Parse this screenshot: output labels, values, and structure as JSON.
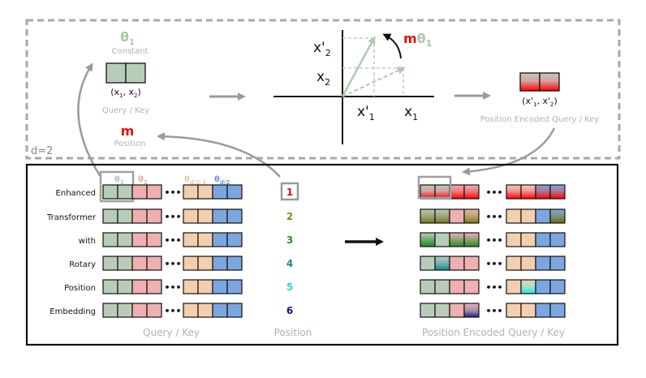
{
  "top_panel": {
    "theta1": "θ",
    "theta1_sub": "1",
    "constant_label": "Constant",
    "pair_label": "(x",
    "pair_x1_sub": "1",
    "pair_mid": ", x",
    "pair_x2_sub": "2",
    "pair_end": ")",
    "query_key_label": "Query / Key",
    "m_label": "m",
    "position_label": "Position",
    "d_label": "d=2",
    "plot": {
      "x2p": "x'",
      "x2p_sub": "2",
      "x2": "x",
      "x2_sub": "2",
      "x1p": "x'",
      "x1p_sub": "1",
      "x1": "x",
      "x1_sub": "1",
      "m_theta": "mθ",
      "m_theta_sub": "1"
    },
    "encoded_pair": "(x'",
    "encoded_sub1": "1",
    "encoded_mid": ", x'",
    "encoded_sub2": "2",
    "encoded_end": ")",
    "encoded_label": "Position Encoded Query / Key"
  },
  "bottom_panel": {
    "header_theta1": "θ",
    "header_theta1_sub": "1",
    "header_theta2": "θ",
    "header_theta2_sub": "2",
    "header_theta_d2m1": "θ",
    "header_theta_d2m1_sub": "d/2-1",
    "header_theta_d2": "θ",
    "header_theta_d2_sub": "d/2",
    "dots": "•••",
    "words": [
      "Enhanced",
      "Transformer",
      "with",
      "Rotary",
      "Position",
      "Embedding"
    ],
    "positions": [
      "1",
      "2",
      "3",
      "4",
      "5",
      "6"
    ],
    "position_colors": [
      "#e01010",
      "#8a8a10",
      "#2a8a2a",
      "#1a8a8a",
      "#20d8e8",
      "#14147a"
    ],
    "footer_query_key": "Query / Key",
    "footer_position": "Position",
    "footer_encoded": "Position Encoded Query / Key"
  },
  "colors": {
    "green_cell": "#b8cdb8",
    "pink_cell": "#eeb0b0",
    "peach_cell": "#f3cfae",
    "blue_cell": "#7ba7e0",
    "gray_text": "#a8b4bd",
    "theta_green": "#a6c9a6",
    "theta_pink": "#e8a8a8",
    "theta_peach": "#ecc6a6",
    "theta_blue": "#6b9ad8",
    "red": "#e81010"
  }
}
